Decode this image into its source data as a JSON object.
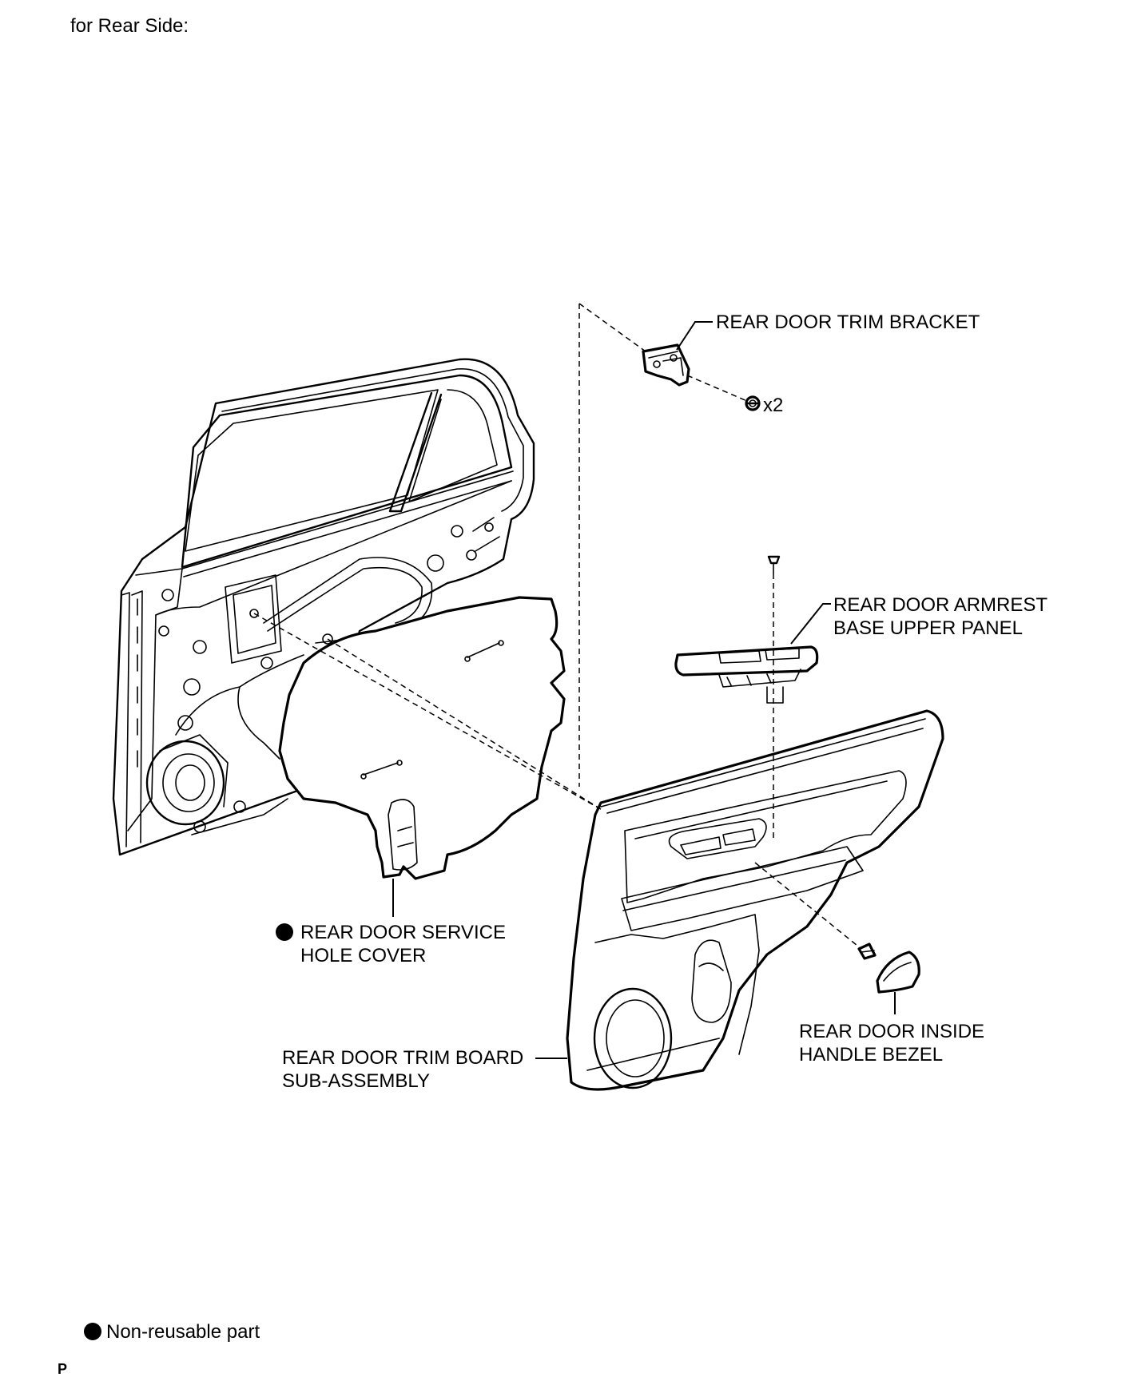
{
  "header": {
    "section_title": "for Rear Side:"
  },
  "labels": {
    "trim_bracket": "REAR DOOR TRIM BRACKET",
    "bracket_qty": "x2",
    "armrest_line1": "REAR DOOR ARMREST",
    "armrest_line2": "BASE UPPER PANEL",
    "service_cover_line1": "REAR DOOR SERVICE",
    "service_cover_line2": "HOLE COVER",
    "trim_board_line1": "REAR DOOR TRIM BOARD",
    "trim_board_line2": "SUB-ASSEMBLY",
    "handle_bezel_line1": "REAR DOOR INSIDE",
    "handle_bezel_line2": "HANDLE BEZEL"
  },
  "legend": {
    "symbol": "filled-circle",
    "text": "Non-reusable part"
  },
  "footer": {
    "code": "P"
  }
}
